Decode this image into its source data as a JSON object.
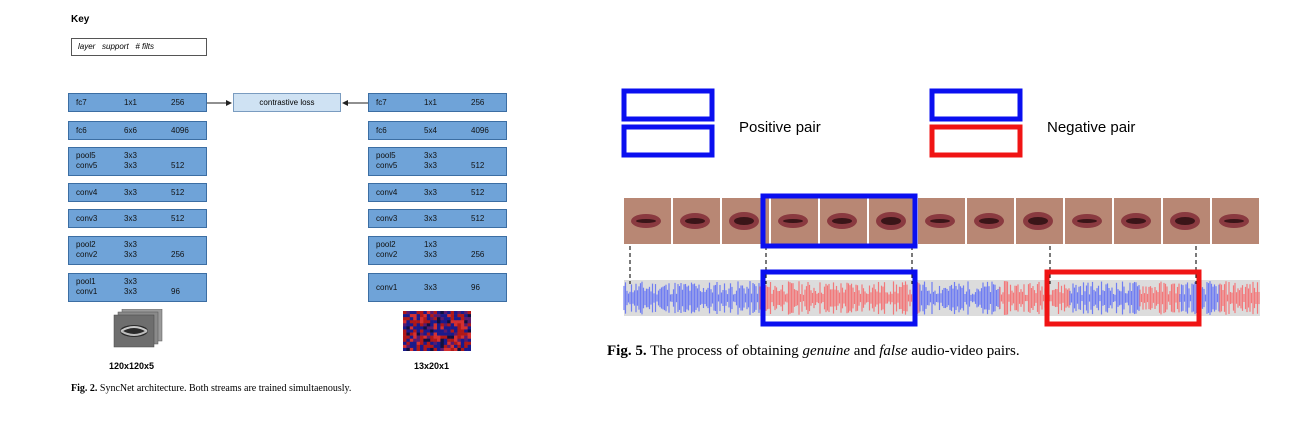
{
  "fig2": {
    "key_title": "Key",
    "key_legend": "layer   support   # filts",
    "loss_label": "contrastive loss",
    "left_stream": [
      {
        "rows": [
          [
            "fc7",
            "1x1",
            "256"
          ]
        ]
      },
      {
        "rows": [
          [
            "fc6",
            "6x6",
            "4096"
          ]
        ]
      },
      {
        "rows": [
          [
            "pool5",
            "3x3",
            ""
          ],
          [
            "conv5",
            "3x3",
            "512"
          ]
        ]
      },
      {
        "rows": [
          [
            "conv4",
            "3x3",
            "512"
          ]
        ]
      },
      {
        "rows": [
          [
            "conv3",
            "3x3",
            "512"
          ]
        ]
      },
      {
        "rows": [
          [
            "pool2",
            "3x3",
            ""
          ],
          [
            "conv2",
            "3x3",
            "256"
          ]
        ]
      },
      {
        "rows": [
          [
            "pool1",
            "3x3",
            ""
          ],
          [
            "conv1",
            "3x3",
            "96"
          ]
        ]
      }
    ],
    "right_stream": [
      {
        "rows": [
          [
            "fc7",
            "1x1",
            "256"
          ]
        ]
      },
      {
        "rows": [
          [
            "fc6",
            "5x4",
            "4096"
          ]
        ]
      },
      {
        "rows": [
          [
            "pool5",
            "3x3",
            ""
          ],
          [
            "conv5",
            "3x3",
            "512"
          ]
        ]
      },
      {
        "rows": [
          [
            "conv4",
            "3x3",
            "512"
          ]
        ]
      },
      {
        "rows": [
          [
            "conv3",
            "3x3",
            "512"
          ]
        ]
      },
      {
        "rows": [
          [
            "pool2",
            "1x3",
            ""
          ],
          [
            "conv2",
            "3x3",
            "256"
          ]
        ]
      },
      {
        "rows": [
          [
            "conv1",
            "3x3",
            "96"
          ]
        ]
      }
    ],
    "left_input_size": "120x120x5",
    "right_input_size": "13x20x1",
    "caption_label": "Fig. 2.",
    "caption_text": "SyncNet architecture. Both streams are trained simultaenously."
  },
  "fig5": {
    "positive_label": "Positive pair",
    "negative_label": "Negative pair",
    "colors": {
      "positive": "#0a0ff0",
      "negative": "#f01414",
      "wave_blue": "#6f7df2",
      "wave_red": "#f2787a",
      "wave_bg": "#dcdcdc"
    },
    "caption_label": "Fig. 5.",
    "caption_pre": "The process of obtaining",
    "caption_em1": "genuine",
    "caption_mid": "and",
    "caption_em2": "false",
    "caption_post": "audio-video pairs."
  }
}
